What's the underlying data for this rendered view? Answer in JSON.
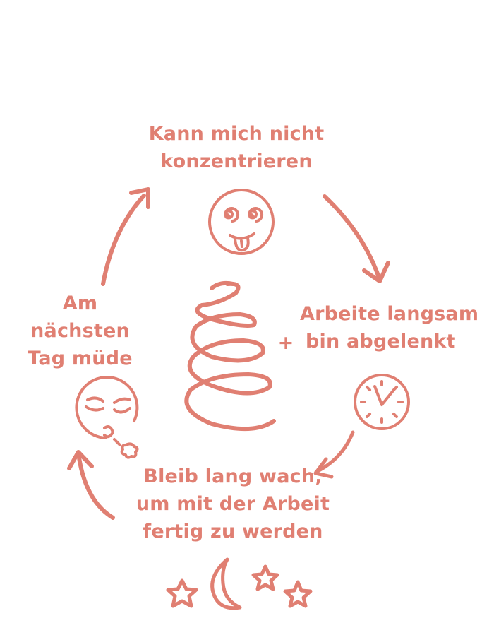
{
  "colors": {
    "ink": "#e07f72",
    "background": "#ffffff"
  },
  "labels": {
    "top": [
      "Kann mich nicht",
      "konzentrieren"
    ],
    "right": [
      "Arbeite langsam",
      "bin abgelenkt"
    ],
    "right_plus": "+",
    "bottom": [
      "Bleib lang wach,",
      "um mit der Arbeit",
      "fertig zu werden"
    ],
    "left": [
      "Am",
      "nächsten",
      "Tag müde"
    ]
  },
  "icons": {
    "top": "dizzy-face-icon",
    "right": "clock-icon",
    "left": "tired-face-icon",
    "center": "spiral-spring-icon",
    "bottom": "night-moon-stars-icon"
  }
}
